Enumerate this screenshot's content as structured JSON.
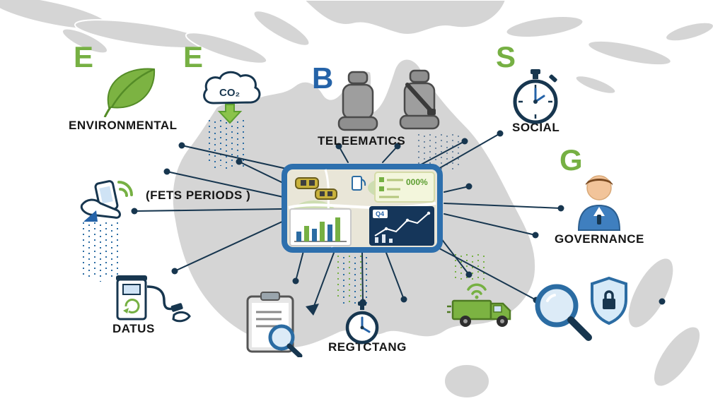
{
  "title": "ESG fleet telematics map diagram",
  "colors": {
    "green": "#76b043",
    "blue": "#2563a8",
    "navy": "#17364f",
    "map_gray": "#d5d5d5",
    "text": "#161616"
  },
  "sections": {
    "environmental": {
      "letter": "E",
      "label": "ENVIRONMENTAL"
    },
    "emissions": {
      "letter": "E",
      "co2": "CO₂"
    },
    "telematics": {
      "letter": "B",
      "label": "TELEEMATICS"
    },
    "social": {
      "letter": "S",
      "label": "SOCIAL"
    },
    "governance": {
      "letter": "G",
      "label": "GOVERNANCE"
    },
    "fleet": {
      "label": "(FETS PERIODS )"
    },
    "fuel": {
      "label": "DATUS"
    },
    "reporting": {
      "label": "REGTCTANG"
    }
  },
  "dashboard": {
    "stat": "000%",
    "quarter": "Q4"
  },
  "icons": [
    "leaf-icon",
    "co2-cloud-icon",
    "car-seat-icon",
    "seatbelt-seat-icon",
    "stopwatch-icon",
    "person-icon",
    "phone-hand-icon",
    "fuel-pump-icon",
    "clipboard-search-icon",
    "timer-icon",
    "telematics-truck-icon",
    "magnifier-icon",
    "shield-lock-icon",
    "dashboard-tablet"
  ]
}
